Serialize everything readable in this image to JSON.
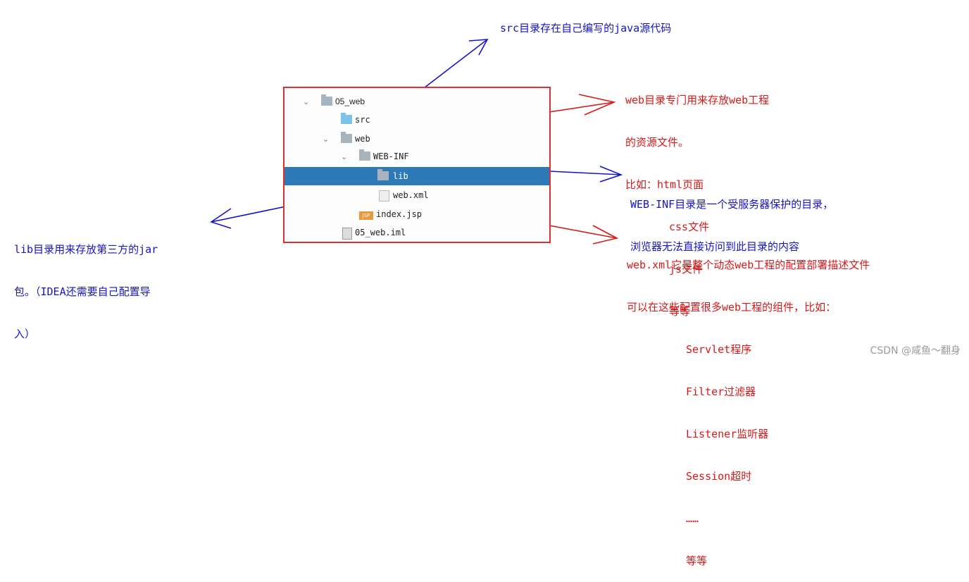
{
  "tree": {
    "items": [
      {
        "label": "05_web"
      },
      {
        "label": "src"
      },
      {
        "label": "web"
      },
      {
        "label": "WEB-INF"
      },
      {
        "label": "lib"
      },
      {
        "label": "web.xml"
      },
      {
        "label": "index.jsp"
      },
      {
        "label": "05_web.iml"
      }
    ],
    "jsp_badge": "JSP",
    "selected_color": "#2d7ab7"
  },
  "annotations": {
    "src_note": "src目录存在自己编写的java源代码",
    "web_note": [
      "web目录专门用来存放web工程",
      "的资源文件。",
      "比如：html页面",
      "css文件",
      "js文件",
      "等等"
    ],
    "webinf_note": [
      "WEB-INF目录是一个受服务器保护的目录，",
      "浏览器无法直接访问到此目录的内容"
    ],
    "lib_note": [
      "lib目录用来存放第三方的jar",
      "包。（IDEA还需要自己配置导",
      "入）"
    ],
    "webxml_note": [
      "web.xml它是整个动态web工程的配置部署描述文件",
      "可以在这些配置很多web工程的组件，比如：",
      "Servlet程序",
      "Filter过滤器",
      "Listener监听器",
      "Session超时",
      "……",
      "等等"
    ]
  },
  "colors": {
    "blue_ink": "#1515c8",
    "red_ink": "#d81818",
    "frame": "#e03030"
  },
  "watermark": "CSDN @咸鱼～翻身"
}
